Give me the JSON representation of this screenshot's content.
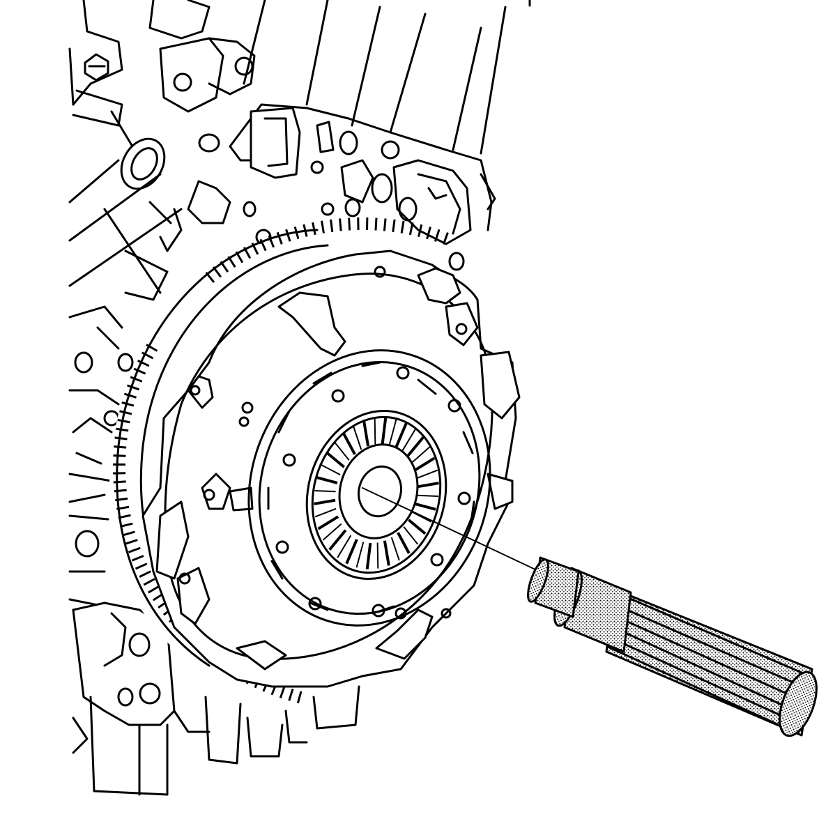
{
  "figure": {
    "type": "technical-line-drawing",
    "colors": {
      "line": "#000000",
      "background": "#ffffff",
      "stipple": "#000000"
    },
    "components": [
      {
        "name": "engine-block",
        "icon": "engine-block-icon"
      },
      {
        "name": "flywheel-ring-gear",
        "icon": "ring-gear-icon",
        "tooth_style": "fine-teeth"
      },
      {
        "name": "clutch-pressure-plate",
        "icon": "pressure-plate-icon",
        "bolt_holes": 8
      },
      {
        "name": "clutch-disc-hub",
        "icon": "clutch-disc-icon"
      },
      {
        "name": "clutch-alignment-tool",
        "icon": "alignment-tool-icon",
        "shading": "stippled"
      }
    ],
    "leader_line": {
      "from": "clutch-alignment-tool",
      "to": "clutch-disc-hub"
    }
  }
}
